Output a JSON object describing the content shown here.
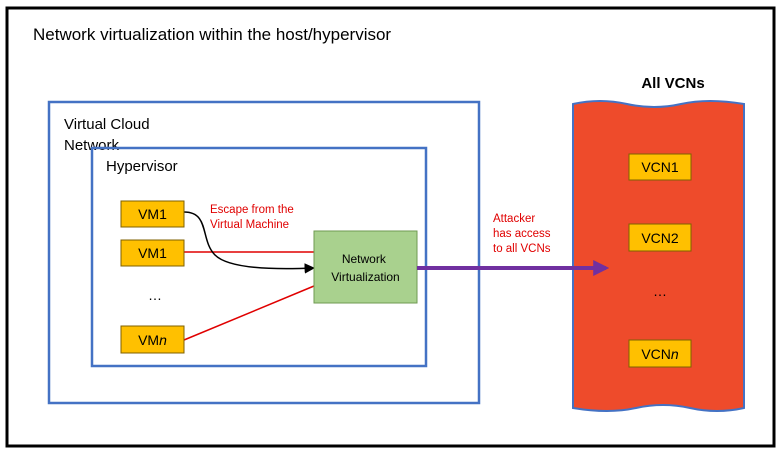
{
  "title": "Network virtualization within the host/hypervisor",
  "vcn_box_label": [
    "Virtual Cloud",
    "Network"
  ],
  "hypervisor_label": "Hypervisor",
  "vms": [
    {
      "label": "VM1"
    },
    {
      "label": "VM1"
    },
    {
      "label_prefix": "VM",
      "label_suffix": "n"
    }
  ],
  "vm_ellipsis": "…",
  "escape_label": [
    "Escape from the",
    "Virtual Machine"
  ],
  "network_virtualization_label": [
    "Network",
    "Virtualization"
  ],
  "attacker_label": [
    "Attacker",
    "has access",
    "to all VCNs"
  ],
  "all_vcns_title": "All VCNs",
  "vcns": [
    {
      "label": "VCN1"
    },
    {
      "label": "VCN2"
    },
    {
      "label_prefix": "VCN",
      "label_suffix": "n"
    }
  ],
  "vcn_ellipsis": "…",
  "colors": {
    "outer_border": "#000000",
    "blue_border": "#4472c4",
    "vm_fill": "#ffc000",
    "vm_border": "#7f6000",
    "nv_fill": "#a9d18e",
    "nv_border": "#6f9a52",
    "red_line": "#e00000",
    "purple_arrow": "#7030a0",
    "vcn_area_fill": "#ee4b2b",
    "vcn_area_border": "#4472c4"
  }
}
